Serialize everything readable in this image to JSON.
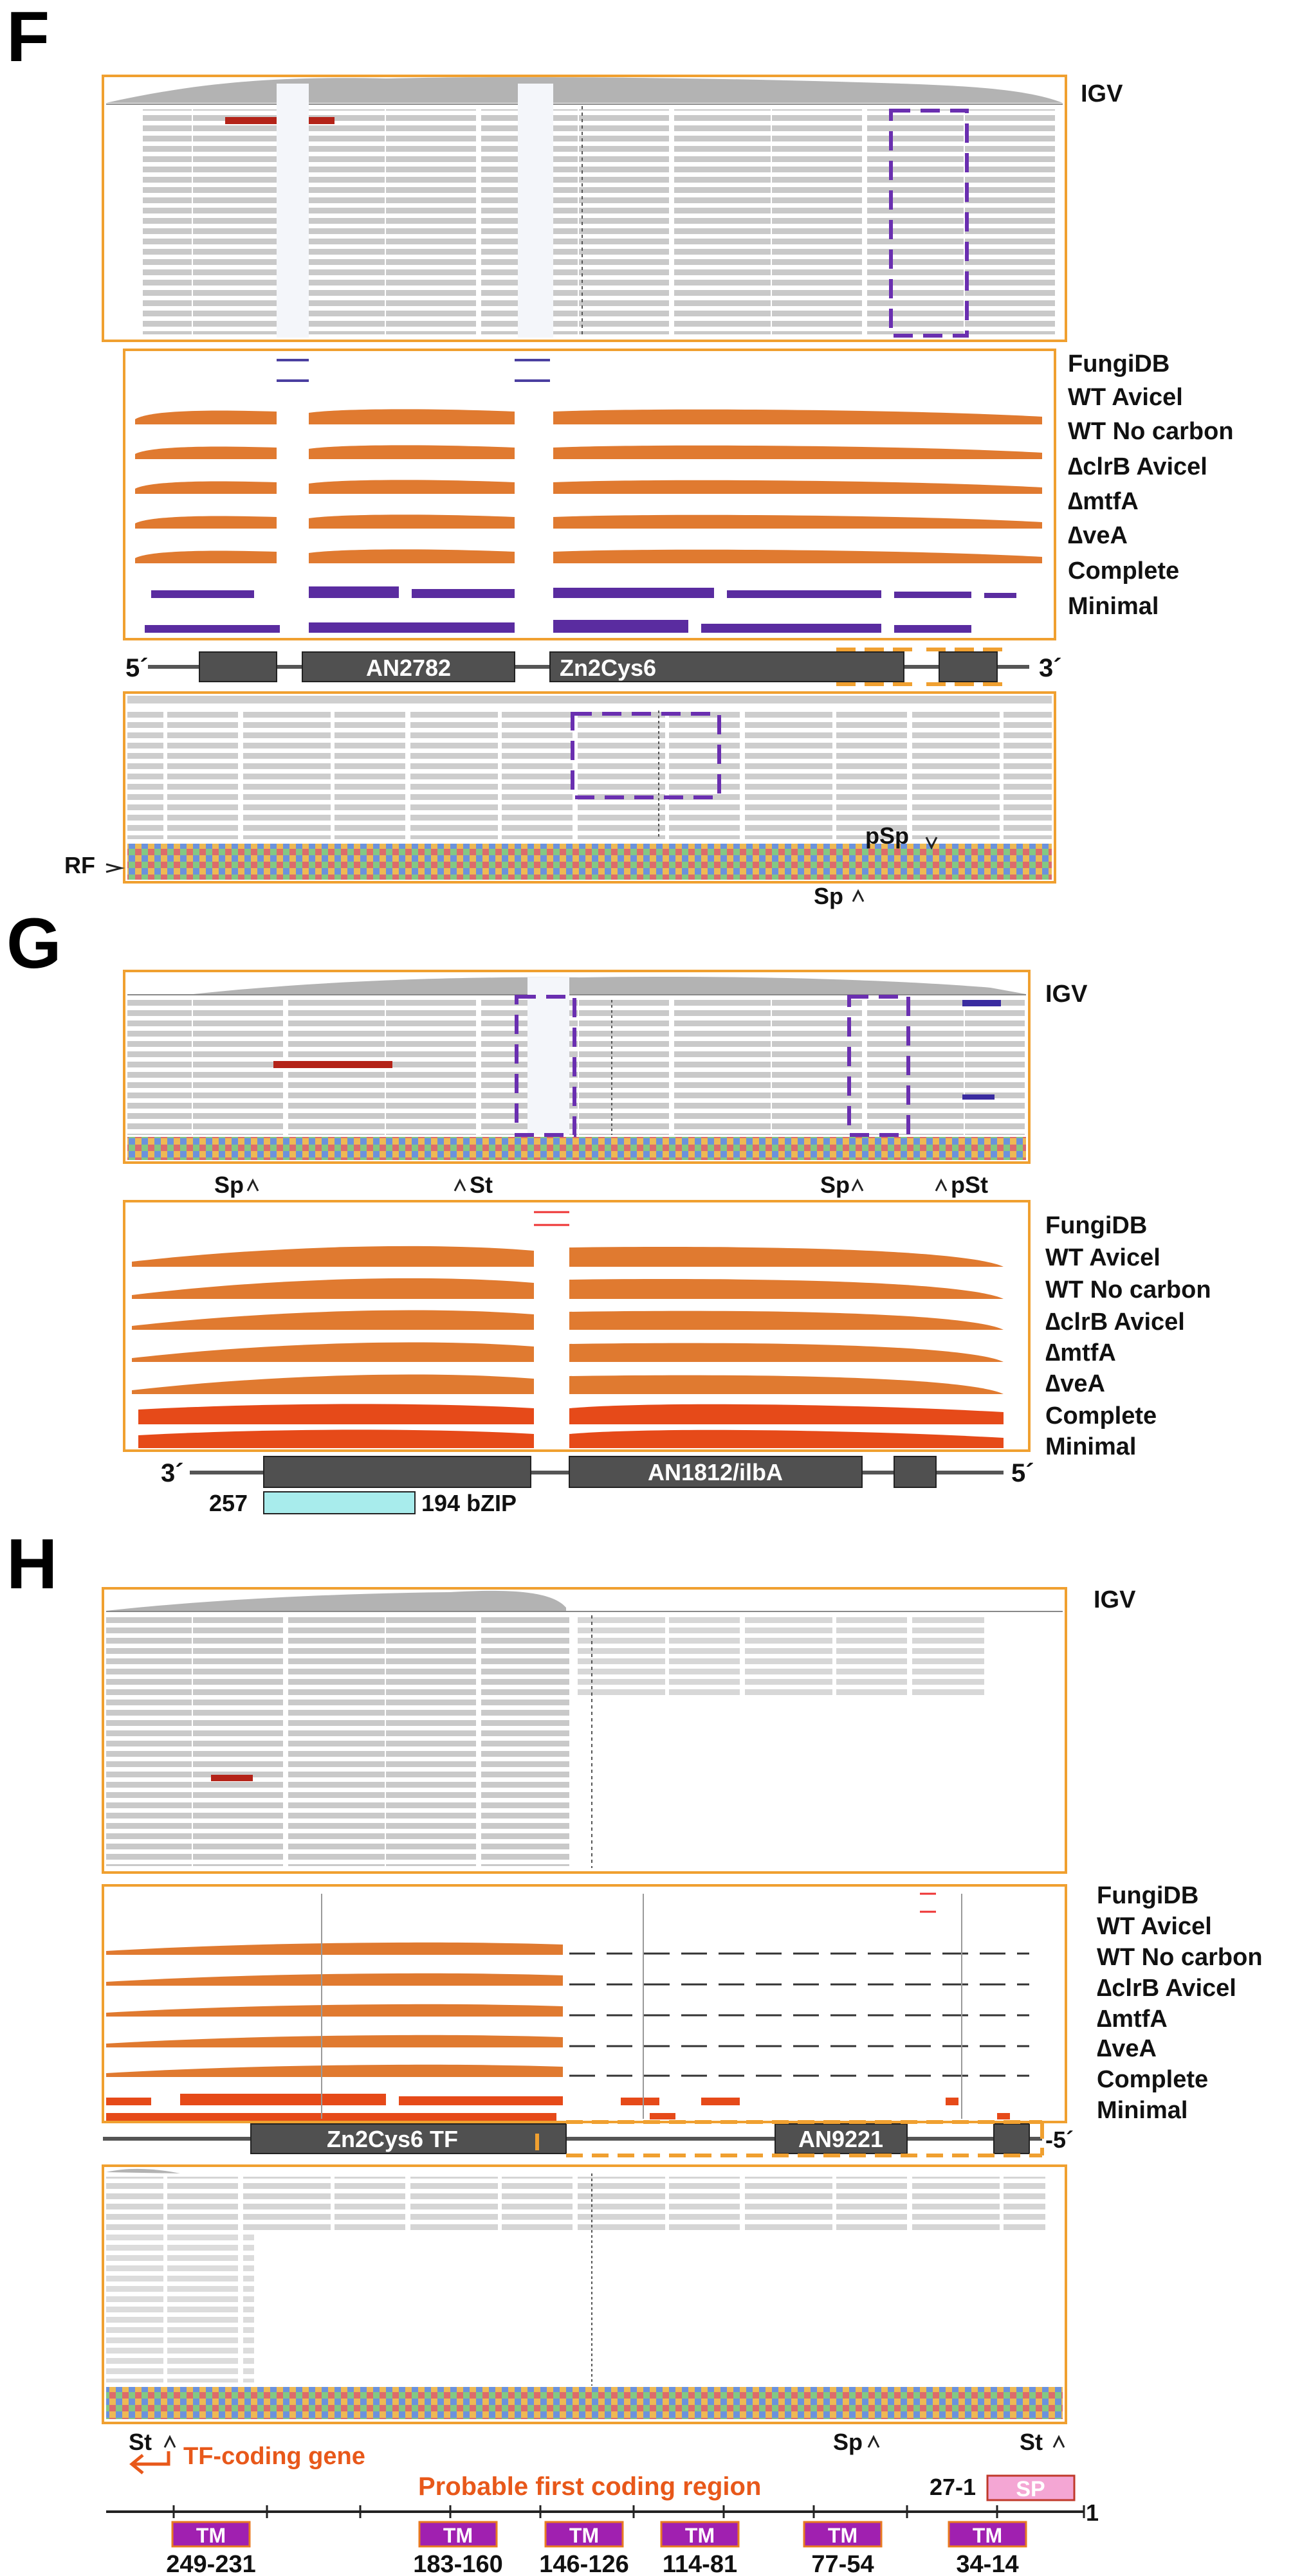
{
  "panels": [
    {
      "letter": "F",
      "track_labels": {
        "igv": "IGV",
        "fungidb": "FungiDB",
        "wt_avicel": "WT Avicel",
        "wt_nocarbon": "WT No carbon",
        "clrb_avicel": "∆clrB Avicel",
        "mtfa": "∆mtfA",
        "vea": "∆veA",
        "complete": "Complete",
        "minimal": "Minimal"
      },
      "gene_labels": {
        "five_prime": "5´",
        "three_prime": "3´",
        "gene": "AN2782",
        "domain": "Zn2Cys6"
      },
      "markers": {
        "rf": "RF",
        "psp": "pSp",
        "sp": "Sp"
      }
    },
    {
      "letter": "G",
      "track_labels": {
        "igv": "IGV",
        "fungidb": "FungiDB",
        "wt_avicel": "WT Avicel",
        "wt_nocarbon": "WT No carbon",
        "clrb_avicel": "∆clrB Avicel",
        "mtfa": "∆mtfA",
        "vea": "∆veA",
        "complete": "Complete",
        "minimal": "Minimal"
      },
      "markers": {
        "sp1": "Sp",
        "st": "St",
        "sp2": "Sp",
        "pst": "pSt"
      },
      "gene_labels": {
        "three_prime": "3´",
        "five_prime": "5´",
        "gene": "AN1812/ilbA",
        "bzip_start": "257",
        "bzip_end": "194 bZIP"
      }
    },
    {
      "letter": "H",
      "track_labels": {
        "igv": "IGV",
        "fungidb": "FungiDB",
        "wt_avicel": "WT Avicel",
        "wt_nocarbon": "WT No carbon",
        "clrb_avicel": "∆clrB Avicel",
        "mtfa": "∆mtfA",
        "vea": "∆veA",
        "complete": "Complete",
        "minimal": "Minimal"
      },
      "gene_labels": {
        "tf": "Zn2Cys6 TF",
        "gene": "AN9221",
        "five_prime": "-5´"
      },
      "markers": {
        "st_left": "St",
        "sp": "Sp",
        "st_right": "St",
        "tf_coding_gene": "TF-coding gene",
        "probable_region": "Probable first coding region",
        "sp_range": "27-1",
        "sp_box": "SP",
        "end": "1"
      },
      "tm_domains": [
        {
          "label": "TM",
          "range": "249-231"
        },
        {
          "label": "TM",
          "range": "183-160"
        },
        {
          "label": "TM",
          "range": "146-126"
        },
        {
          "label": "TM",
          "range": "114-81"
        },
        {
          "label": "TM",
          "range": "77-54"
        },
        {
          "label": "TM",
          "range": "34-14"
        }
      ]
    }
  ],
  "colors": {
    "frame": "#f0a030",
    "reads": "#c8c8c8",
    "coverage_orange": "#e07a30",
    "coverage_red": "#e64a19",
    "coverage_purple": "#5a2ca0",
    "gene_box": "#505050",
    "dashed_purple": "#6a2fb0",
    "mismatch_red": "#b42318",
    "tm_box": "#a020b0",
    "sp_box": "#f4a6d4",
    "bzip_box": "#a8ecec",
    "annotation_orange": "#e8581a"
  }
}
